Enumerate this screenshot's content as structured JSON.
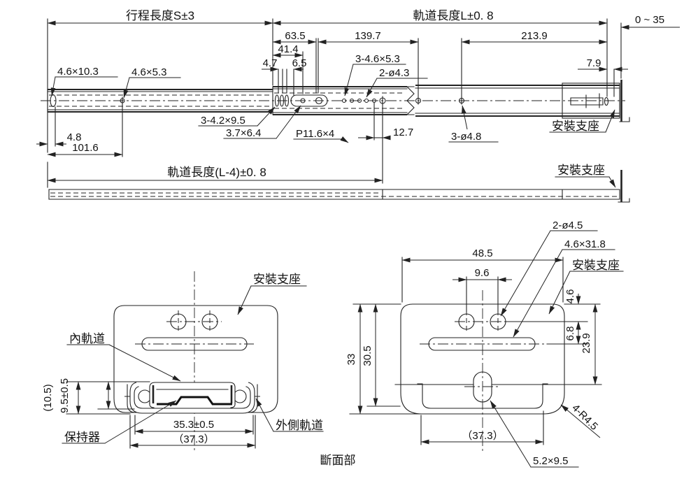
{
  "drawing": {
    "caption": "斷面部",
    "top_view": {
      "stroke_len": "行程長度S±3",
      "rail_len": "軌道長度L±0. 8",
      "range": "0 ~ 35",
      "d63_5": "63.5",
      "d41_4": "41.4",
      "d4_7": "4.7",
      "d6_5": "6.5",
      "d139_7": "139.7",
      "d213_9": "213.9",
      "d7_9": "7.9",
      "d4_8": "4.8",
      "d101_6": "101.6",
      "d12_7": "12.7",
      "slot_front": "4.6×10.3",
      "hole_front": "4.6×5.3",
      "slot_mid": "3-4.2×9.5",
      "slot_mid2": "3.7×6.4",
      "pitch": "P11.6×4",
      "holes_mid": "3-4.6×5.3",
      "holes_mid2": "2-ø4.3",
      "holes_rear": "3-ø4.8",
      "bracket": "安裝支座"
    },
    "closed_view": {
      "rail_len_closed": "軌道長度(L-4)±0. 8",
      "bracket": "安裝支座"
    },
    "section_a": {
      "bracket": "安裝支座",
      "inner_rail": "內軌道",
      "retainer": "保持器",
      "outer_rail": "外側軌道",
      "h_outer": "(10.5)",
      "h_inner": "9.5±0.5",
      "w_inner": "35.3±0.5",
      "w_outer": "（37.3）"
    },
    "section_b": {
      "holes": "2-ø4.5",
      "slot": "4.6×31.8",
      "bracket": "安裝支座",
      "w48_5": "48.5",
      "w9_6": "9.6",
      "h4_6": "4.6",
      "h6_8": "6.8",
      "h23_9": "23.9",
      "h33": "33",
      "h30_5": "30.5",
      "w37_3": "（37.3）",
      "slot_b": "5.2×9.5",
      "corner_r": "4-R4.5"
    }
  }
}
